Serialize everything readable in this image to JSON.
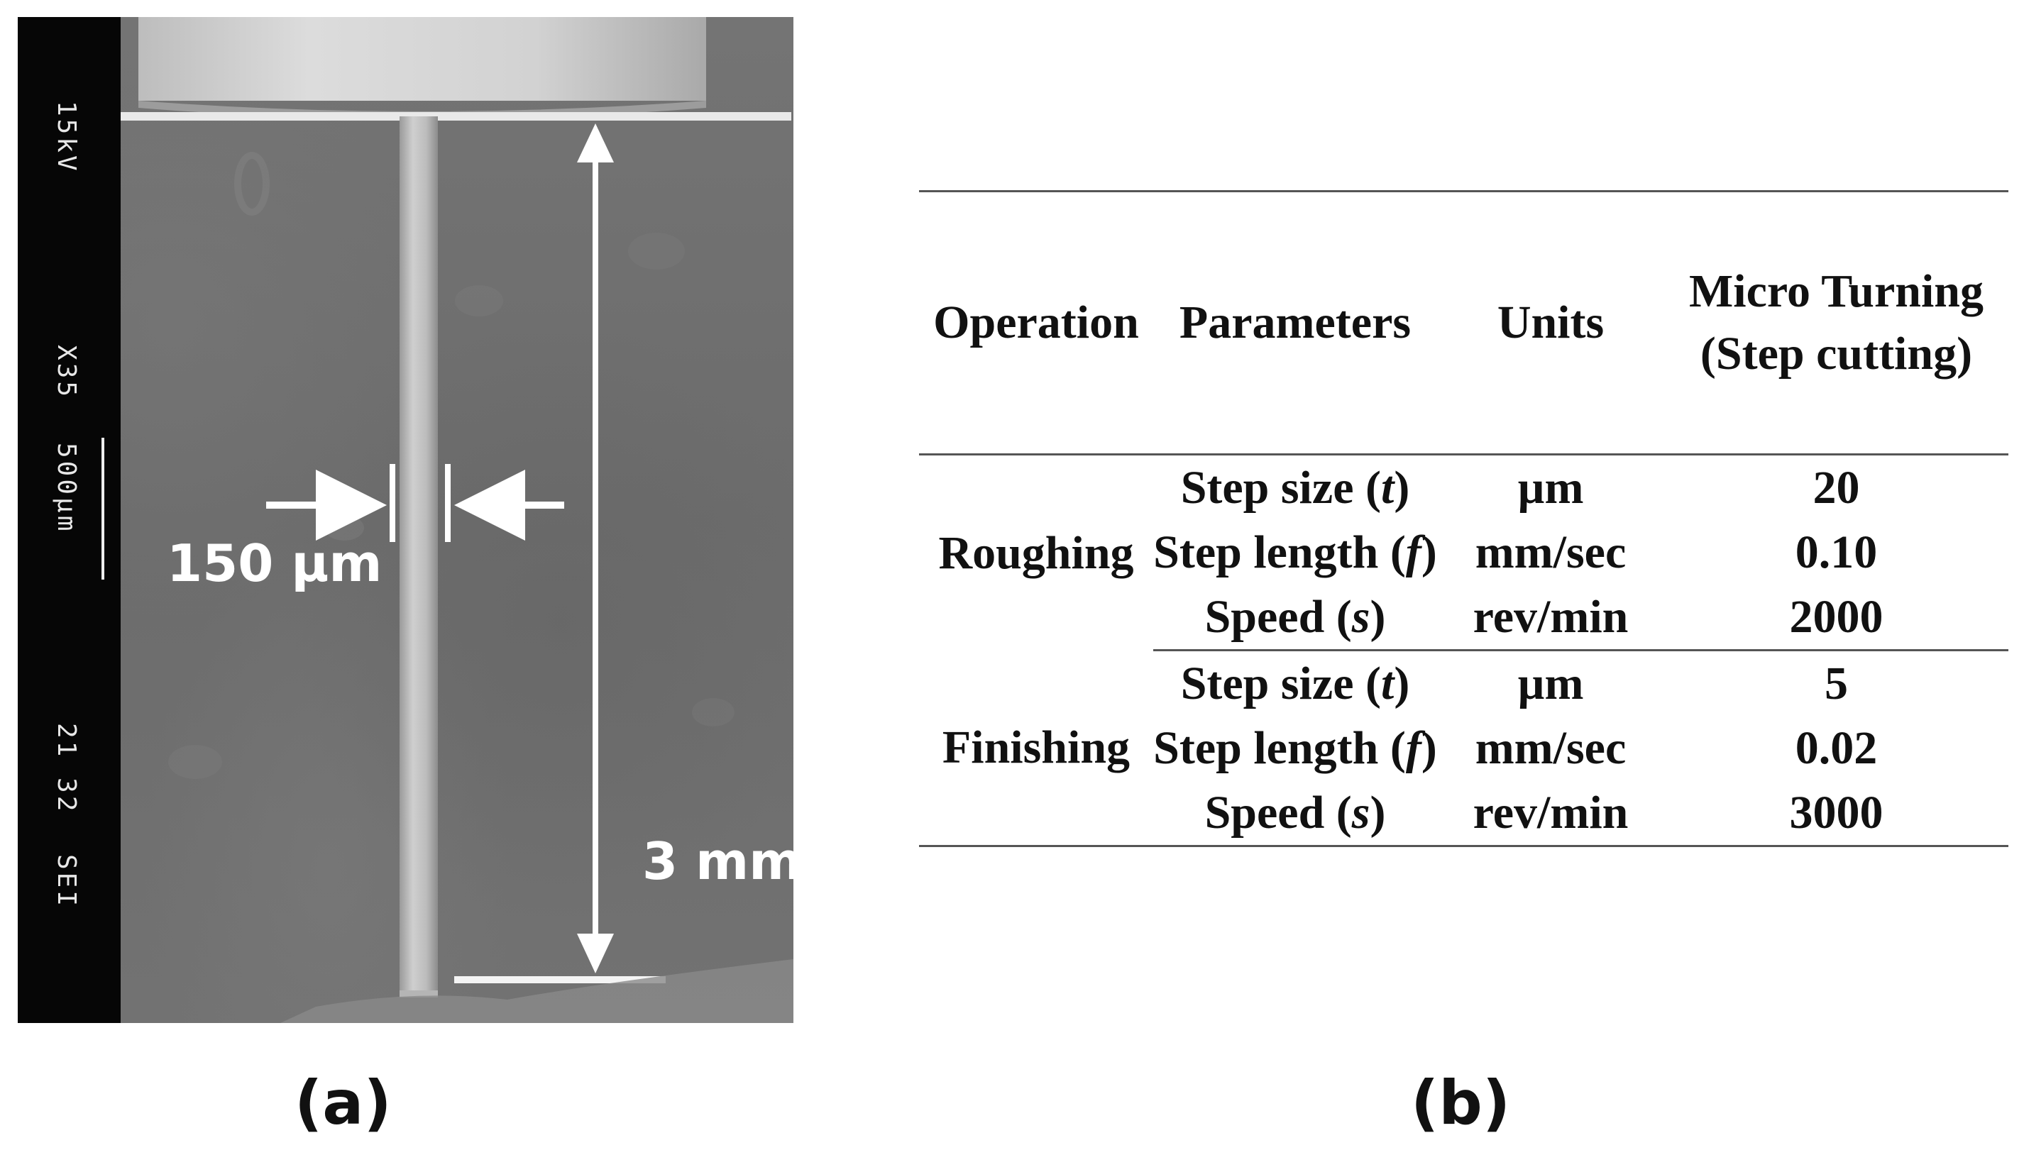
{
  "figure": {
    "panel_a": {
      "caption": "(a)",
      "sem_info": {
        "voltage": "15kV",
        "magnification": "X35",
        "scale_bar_label": "500µm",
        "session": "21 32",
        "mode": "SEI"
      },
      "annotations": {
        "diameter": "150 µm",
        "length": "3 mm"
      }
    },
    "panel_b": {
      "caption": "(b)",
      "table": {
        "headers": {
          "operation": "Operation",
          "parameters": "Parameters",
          "units": "Units",
          "method_line1": "Micro Turning",
          "method_line2": "(Step cutting)"
        },
        "groups": [
          {
            "operation": "Roughing",
            "rows": [
              {
                "param_name": "Step size",
                "param_symbol": "t",
                "unit": "µm",
                "value": "20"
              },
              {
                "param_name": "Step length",
                "param_symbol": "f",
                "unit": "mm/sec",
                "value": "0.10"
              },
              {
                "param_name": "Speed",
                "param_symbol": "s",
                "unit": "rev/min",
                "value": "2000"
              }
            ]
          },
          {
            "operation": "Finishing",
            "rows": [
              {
                "param_name": "Step size",
                "param_symbol": "t",
                "unit": "µm",
                "value": "5"
              },
              {
                "param_name": "Step length",
                "param_symbol": "f",
                "unit": "mm/sec",
                "value": "0.02"
              },
              {
                "param_name": "Speed",
                "param_symbol": "s",
                "unit": "rev/min",
                "value": "3000"
              }
            ]
          }
        ]
      }
    }
  }
}
